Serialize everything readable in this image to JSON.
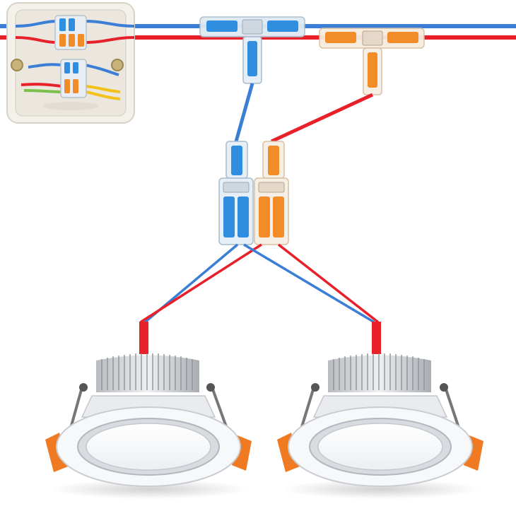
{
  "colors": {
    "live_wire": "#e8202a",
    "neutral_wire": "#3a7fd5",
    "blue_lever": "#2f8ee0",
    "orange_lever": "#f28c28",
    "spring_tab": "#f07a22",
    "housing": "#f4f1ea",
    "white": "#ffffff",
    "silver": "#c9ccd1"
  },
  "components": {
    "junction_box": "junction-box",
    "t_connector_neutral": "t-tap-connector",
    "t_connector_live": "t-tap-connector",
    "splitter_neutral": "lever-splice-connector",
    "splitter_live": "lever-splice-connector",
    "downlight_left": "led-downlight",
    "downlight_right": "led-downlight"
  }
}
